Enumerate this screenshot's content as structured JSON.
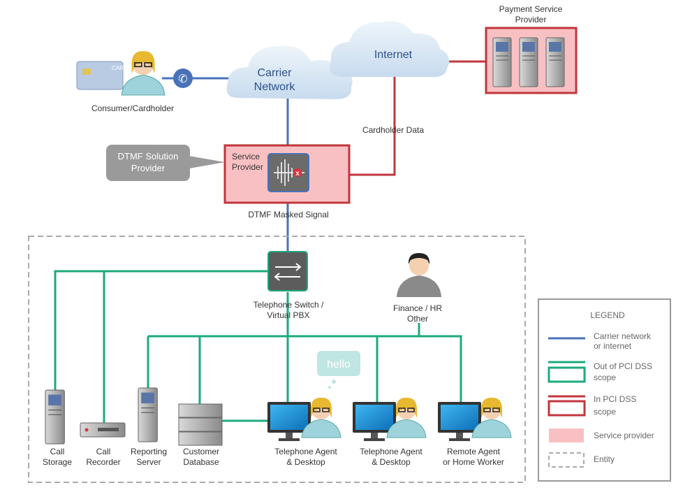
{
  "colors": {
    "carrier": "#4a72b8",
    "out_scope": "#1ea97c",
    "in_scope": "#c0363c",
    "provider": "#f9c0c3",
    "entity": "#aaaaaa"
  },
  "consumer": {
    "label": "Consumer/Cardholder",
    "card_text": "CARD"
  },
  "carrier_cloud": {
    "line1": "Carrier",
    "line2": "Network"
  },
  "internet_cloud": {
    "label": "Internet"
  },
  "payment_provider": {
    "line1": "Payment Service",
    "line2": "Provider"
  },
  "cardholder_data": "Cardholder Data",
  "service_provider": {
    "line1": "Service",
    "line2": "Provider"
  },
  "dtmf_callout": {
    "line1": "DTMF Solution",
    "line2": "Provider"
  },
  "dtmf_signal": "DTMF Masked Signal",
  "switch": {
    "line1": "Telephone Switch /",
    "line2": "Virtual PBX"
  },
  "finance": {
    "line1": "Finance / HR",
    "line2": "Other"
  },
  "hello": "hello",
  "nodes": [
    {
      "line1": "Call",
      "line2": "Storage"
    },
    {
      "line1": "Call",
      "line2": "Recorder"
    },
    {
      "line1": "Reporting",
      "line2": "Server"
    },
    {
      "line1": "Customer",
      "line2": "Database"
    },
    {
      "line1": "Telephone Agent",
      "line2": "& Desktop"
    },
    {
      "line1": "Telephone Agent",
      "line2": "& Desktop"
    },
    {
      "line1": "Remote Agent",
      "line2": "or Home Worker"
    }
  ],
  "legend": {
    "title": "LEGEND",
    "items": [
      {
        "line1": "Carrier network",
        "line2": "or internet"
      },
      {
        "line1": "Out of PCI DSS",
        "line2": "scope"
      },
      {
        "line1": "In PCI DSS",
        "line2": "scope"
      },
      {
        "line1": "Service provider",
        "line2": ""
      },
      {
        "line1": "Entity",
        "line2": ""
      }
    ]
  }
}
